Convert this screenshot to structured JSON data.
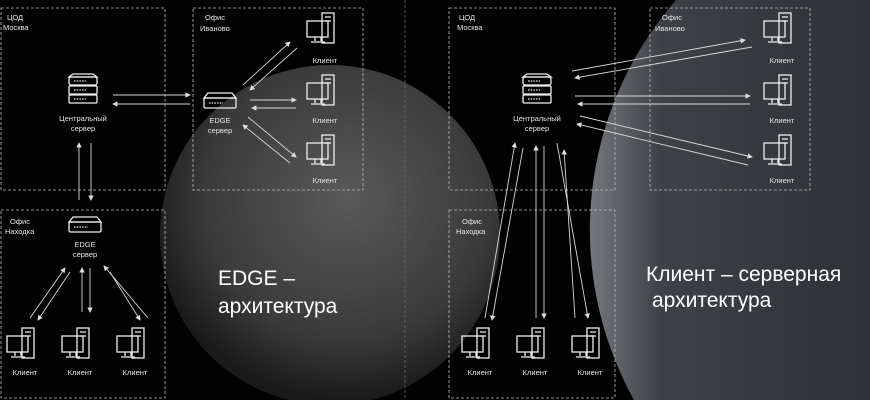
{
  "left": {
    "title_line1": "EDGE –",
    "title_line2": "архитектура",
    "moscow": {
      "line1": "ЦОД",
      "line2": "Москва",
      "server_line1": "Центральный",
      "server_line2": "сервер"
    },
    "ivanovo": {
      "line1": "Офис",
      "line2": "Иваново",
      "edge_line1": "EDGE",
      "edge_line2": "сервер",
      "clients": [
        "Клиент",
        "Клиент",
        "Клиент"
      ]
    },
    "nakhodka": {
      "line1": "Офис",
      "line2": "Находка",
      "edge_line1": "EDGE",
      "edge_line2": "сервер",
      "clients": [
        "Клиент",
        "Клиент",
        "Клиент"
      ]
    }
  },
  "right": {
    "title_line1": "Клиент – серверная",
    "title_line2": "архитектура",
    "moscow": {
      "line1": "ЦОД",
      "line2": "Москва",
      "server_line1": "Центральный",
      "server_line2": "сервер"
    },
    "ivanovo": {
      "line1": "Офис",
      "line2": "Иваново",
      "clients": [
        "Клиент",
        "Клиент",
        "Клиент"
      ]
    },
    "nakhodka": {
      "line1": "Офис",
      "line2": "Находка",
      "clients": [
        "Клиент",
        "Клиент",
        "Клиент"
      ]
    }
  }
}
